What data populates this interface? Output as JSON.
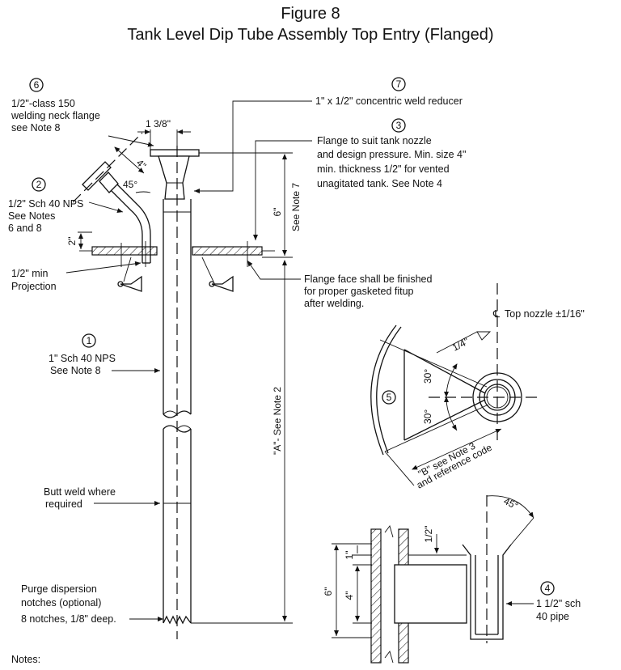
{
  "figure": {
    "number": "Figure 8",
    "title": "Tank Level Dip Tube Assembly Top Entry (Flanged)"
  },
  "callouts": {
    "c1": {
      "num": "1",
      "lines": [
        "1\" Sch 40 NPS",
        "See Note 8"
      ]
    },
    "c2": {
      "num": "2",
      "lines": [
        "1/2\" Sch 40 NPS",
        "See Notes",
        "6 and 8"
      ]
    },
    "c3": {
      "num": "3",
      "lines": [
        "Flange to suit tank nozzle",
        "and design pressure. Min. size 4\"",
        "min. thickness  1/2\" for vented",
        "unagitated tank. See Note 4"
      ]
    },
    "c4": {
      "num": "4",
      "lines": [
        "1 1/2\" sch",
        "40 pipe"
      ]
    },
    "c5": {
      "num": "5"
    },
    "c6": {
      "num": "6",
      "lines": [
        "1/2\"-class 150",
        "welding neck flange",
        "see Note 8"
      ]
    },
    "c7": {
      "num": "7",
      "lines": [
        "1\" x 1/2\" concentric weld reducer"
      ]
    }
  },
  "labels": {
    "projection": [
      "1/2\" min",
      "Projection"
    ],
    "flange_face": [
      "Flange face shall be finished",
      "for proper gasketed fitup",
      "after welding."
    ],
    "butt_weld": [
      "Butt weld where",
      "required"
    ],
    "purge": [
      "Purge dispersion",
      "notches (optional)",
      "8 notches, 1/8\" deep."
    ],
    "top_nozzle": "Top nozzle ±1/16\"",
    "centerline_symbol": "℄",
    "b_note": [
      "\"B\" see Note 3",
      "and reference code"
    ],
    "notes": "Notes:"
  },
  "dimensions": {
    "d_1_3_8": "1 3/8\"",
    "d_4in_top": "4\"",
    "d_45_top": "45°",
    "d_2in": "2\"",
    "d_6in_note7": "6\"",
    "see_note_7": "See Note 7",
    "a_note": "\"A\"- See Note 2",
    "d_quarter": "1/4\"",
    "d_30a": "30°",
    "d_30b": "30°",
    "d_45_detail": "45°",
    "d_half": "1/2\"",
    "d_1in": "1\"",
    "d_4in": "4\"",
    "d_6in": "6\""
  }
}
